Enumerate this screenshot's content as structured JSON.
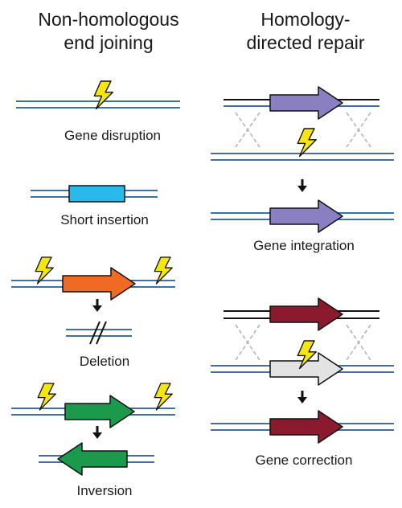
{
  "columns": {
    "nhej": {
      "title_line1": "Non-homologous",
      "title_line2": "end joining"
    },
    "hdr": {
      "title_line1": "Homology-",
      "title_line2": "directed repair"
    }
  },
  "labels": {
    "gene_disruption": "Gene disruption",
    "short_insertion": "Short insertion",
    "deletion": "Deletion",
    "inversion": "Inversion",
    "gene_integration": "Gene integration",
    "gene_correction": "Gene correction"
  },
  "colors": {
    "dna_strand": "#3f6fa3",
    "template_strand": "#111111",
    "bolt_fill": "#f5e60f",
    "short_insert": "#29b9ea",
    "deletion_gene": "#ef6b24",
    "inversion_gene": "#1a9a4a",
    "integration_gene": "#8a7fc0",
    "correction_gene": "#8b1a2f",
    "broken_gene": "#e3e3e3",
    "crossover": "#b5b5b5"
  },
  "icons": {
    "cut_site": "lightning-bolt-icon",
    "arrow": "down-arrow-icon"
  }
}
